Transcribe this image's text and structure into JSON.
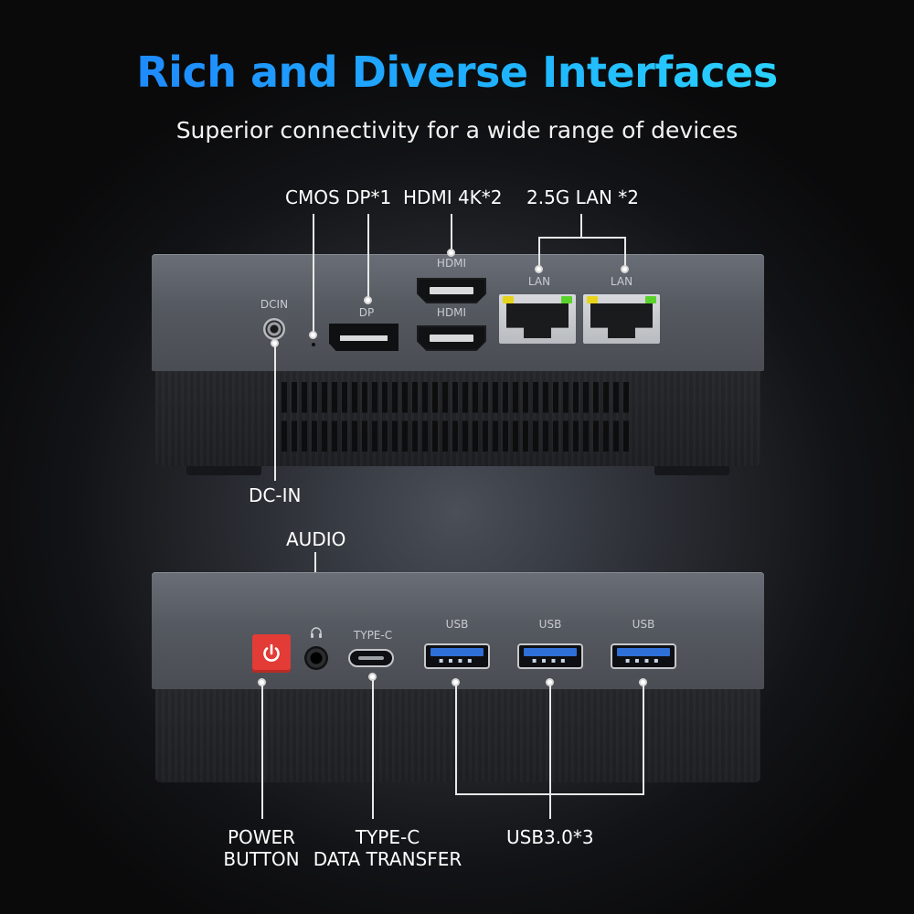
{
  "headline": "Rich and Diverse Interfaces",
  "subheadline": "Superior connectivity for a wide range of devices",
  "rear_panel": {
    "callouts": {
      "cmos_dp": "CMOS DP*1",
      "hdmi": "HDMI 4K*2",
      "lan": "2.5G LAN *2",
      "dcin": "DC-IN"
    },
    "port_labels": {
      "dcin": "DCIN",
      "dp": "DP",
      "hdmi_top": "HDMI",
      "hdmi_bottom": "HDMI",
      "lan_1": "LAN",
      "lan_2": "LAN"
    }
  },
  "front_panel": {
    "callouts": {
      "audio": "AUDIO",
      "power_line1": "POWER",
      "power_line2": "BUTTON",
      "typec_line1": "TYPE-C",
      "typec_line2": "DATA TRANSFER",
      "usb": "USB3.0*3"
    },
    "port_labels": {
      "typec": "TYPE-C",
      "usb_1": "USB",
      "usb_2": "USB",
      "usb_3": "USB"
    }
  },
  "colors": {
    "headline_gradient_start": "#1e7bff",
    "headline_gradient_end": "#2fe2ff",
    "power_button": "#e33b36",
    "usb_tongue": "#2f6fd8",
    "lan_led_yellow": "#e6d41c",
    "lan_led_green": "#59d22b"
  }
}
